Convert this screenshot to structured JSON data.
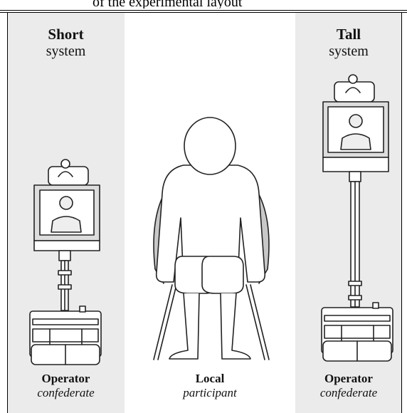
{
  "top_fragment": "of the experimental layout",
  "left": {
    "title_bold": "Short",
    "title_normal": "system",
    "caption_bold": "Operator",
    "caption_italic": "confederate"
  },
  "right": {
    "title_bold": "Tall",
    "title_normal": "system",
    "caption_bold": "Operator",
    "caption_italic": "confederate"
  },
  "middle": {
    "caption_bold": "Local",
    "caption_italic": "participant"
  }
}
